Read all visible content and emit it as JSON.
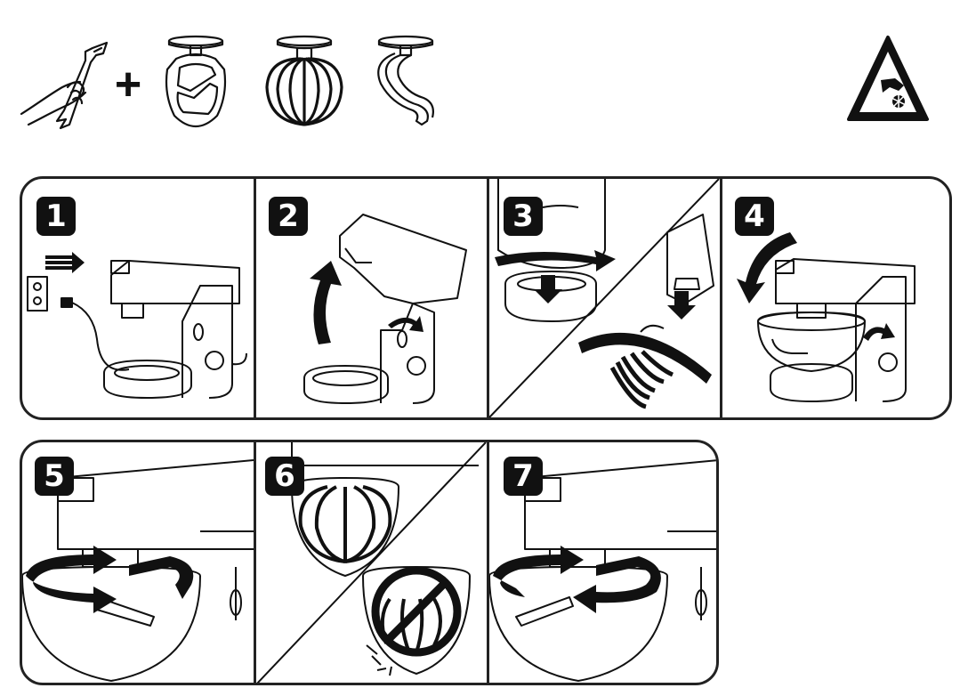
{
  "tools": {
    "plus_sign": "+",
    "items": [
      "wrench-in-hand-icon",
      "k-beater-icon",
      "whisk-icon",
      "dough-hook-icon"
    ]
  },
  "warning": {
    "icon": "pinch-hazard-warning-icon"
  },
  "steps": [
    {
      "number": "1",
      "icon": "unplug-mixer-icon"
    },
    {
      "number": "2",
      "icon": "raise-head-icon"
    },
    {
      "number": "3",
      "icon": "fit-tool-icon"
    },
    {
      "number": "4",
      "icon": "lower-head-fit-bowl-icon"
    },
    {
      "number": "5",
      "icon": "loosen-nut-icon"
    },
    {
      "number": "6",
      "icon": "tool-too-low-icon"
    },
    {
      "number": "7",
      "icon": "tighten-nut-icon"
    }
  ]
}
